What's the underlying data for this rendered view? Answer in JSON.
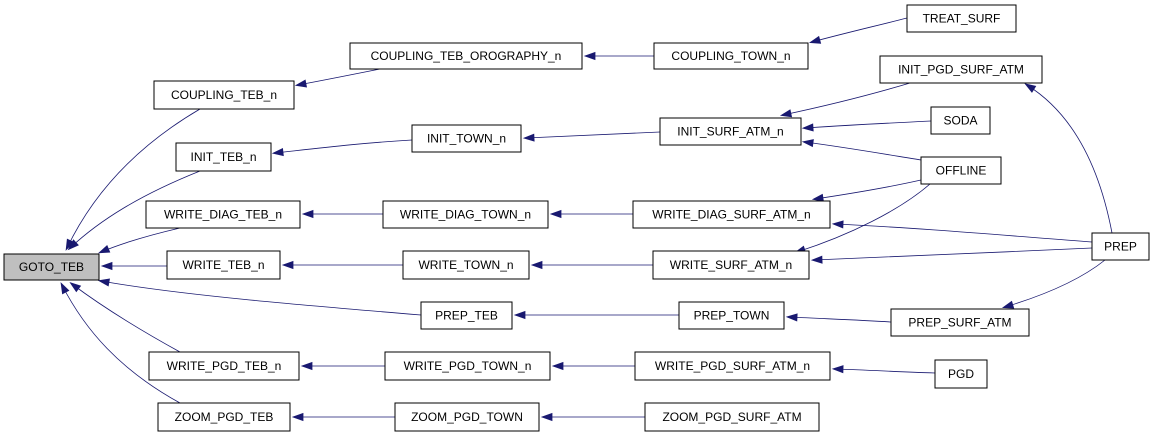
{
  "graph": {
    "root": "GOTO_TEB",
    "colors": {
      "edge": "#191970",
      "root_fill": "#bfbfbf",
      "node_fill": "#ffffff",
      "node_border": "#000000"
    },
    "nodes": [
      {
        "id": "goto_teb",
        "label": "GOTO_TEB"
      },
      {
        "id": "coupling_teb_n",
        "label": "COUPLING_TEB_n"
      },
      {
        "id": "coupling_teb_orography_n",
        "label": "COUPLING_TEB_OROGRAPHY_n"
      },
      {
        "id": "coupling_town_n",
        "label": "COUPLING_TOWN_n"
      },
      {
        "id": "treat_surf",
        "label": "TREAT_SURF"
      },
      {
        "id": "init_teb_n",
        "label": "INIT_TEB_n"
      },
      {
        "id": "init_town_n",
        "label": "INIT_TOWN_n"
      },
      {
        "id": "init_surf_atm_n",
        "label": "INIT_SURF_ATM_n"
      },
      {
        "id": "init_pgd_surf_atm",
        "label": "INIT_PGD_SURF_ATM"
      },
      {
        "id": "soda",
        "label": "SODA"
      },
      {
        "id": "offline",
        "label": "OFFLINE"
      },
      {
        "id": "write_diag_teb_n",
        "label": "WRITE_DIAG_TEB_n"
      },
      {
        "id": "write_diag_town_n",
        "label": "WRITE_DIAG_TOWN_n"
      },
      {
        "id": "write_diag_surf_atm_n",
        "label": "WRITE_DIAG_SURF_ATM_n"
      },
      {
        "id": "prep",
        "label": "PREP"
      },
      {
        "id": "write_teb_n",
        "label": "WRITE_TEB_n"
      },
      {
        "id": "write_town_n",
        "label": "WRITE_TOWN_n"
      },
      {
        "id": "write_surf_atm_n",
        "label": "WRITE_SURF_ATM_n"
      },
      {
        "id": "prep_teb",
        "label": "PREP_TEB"
      },
      {
        "id": "prep_town",
        "label": "PREP_TOWN"
      },
      {
        "id": "prep_surf_atm",
        "label": "PREP_SURF_ATM"
      },
      {
        "id": "write_pgd_teb_n",
        "label": "WRITE_PGD_TEB_n"
      },
      {
        "id": "write_pgd_town_n",
        "label": "WRITE_PGD_TOWN_n"
      },
      {
        "id": "write_pgd_surf_atm_n",
        "label": "WRITE_PGD_SURF_ATM_n"
      },
      {
        "id": "pgd",
        "label": "PGD"
      },
      {
        "id": "zoom_pgd_teb",
        "label": "ZOOM_PGD_TEB"
      },
      {
        "id": "zoom_pgd_town",
        "label": "ZOOM_PGD_TOWN"
      },
      {
        "id": "zoom_pgd_surf_atm",
        "label": "ZOOM_PGD_SURF_ATM"
      }
    ],
    "edges": [
      {
        "from": "coupling_teb_n",
        "to": "goto_teb"
      },
      {
        "from": "init_teb_n",
        "to": "goto_teb"
      },
      {
        "from": "write_diag_teb_n",
        "to": "goto_teb"
      },
      {
        "from": "write_teb_n",
        "to": "goto_teb"
      },
      {
        "from": "prep_teb",
        "to": "goto_teb"
      },
      {
        "from": "write_pgd_teb_n",
        "to": "goto_teb"
      },
      {
        "from": "zoom_pgd_teb",
        "to": "goto_teb"
      },
      {
        "from": "coupling_teb_orography_n",
        "to": "coupling_teb_n"
      },
      {
        "from": "coupling_town_n",
        "to": "coupling_teb_orography_n"
      },
      {
        "from": "treat_surf",
        "to": "coupling_town_n"
      },
      {
        "from": "init_town_n",
        "to": "init_teb_n"
      },
      {
        "from": "init_surf_atm_n",
        "to": "init_town_n"
      },
      {
        "from": "init_pgd_surf_atm",
        "to": "init_surf_atm_n"
      },
      {
        "from": "soda",
        "to": "init_surf_atm_n"
      },
      {
        "from": "offline",
        "to": "init_surf_atm_n"
      },
      {
        "from": "prep",
        "to": "init_pgd_surf_atm"
      },
      {
        "from": "write_diag_town_n",
        "to": "write_diag_teb_n"
      },
      {
        "from": "write_diag_surf_atm_n",
        "to": "write_diag_town_n"
      },
      {
        "from": "offline",
        "to": "write_diag_surf_atm_n"
      },
      {
        "from": "prep",
        "to": "write_diag_surf_atm_n"
      },
      {
        "from": "write_town_n",
        "to": "write_teb_n"
      },
      {
        "from": "write_surf_atm_n",
        "to": "write_town_n"
      },
      {
        "from": "offline",
        "to": "write_surf_atm_n"
      },
      {
        "from": "prep",
        "to": "write_surf_atm_n"
      },
      {
        "from": "prep_town",
        "to": "prep_teb"
      },
      {
        "from": "prep_surf_atm",
        "to": "prep_town"
      },
      {
        "from": "prep",
        "to": "prep_surf_atm"
      },
      {
        "from": "write_pgd_town_n",
        "to": "write_pgd_teb_n"
      },
      {
        "from": "write_pgd_surf_atm_n",
        "to": "write_pgd_town_n"
      },
      {
        "from": "pgd",
        "to": "write_pgd_surf_atm_n"
      },
      {
        "from": "zoom_pgd_town",
        "to": "zoom_pgd_teb"
      },
      {
        "from": "zoom_pgd_surf_atm",
        "to": "zoom_pgd_town"
      }
    ]
  }
}
